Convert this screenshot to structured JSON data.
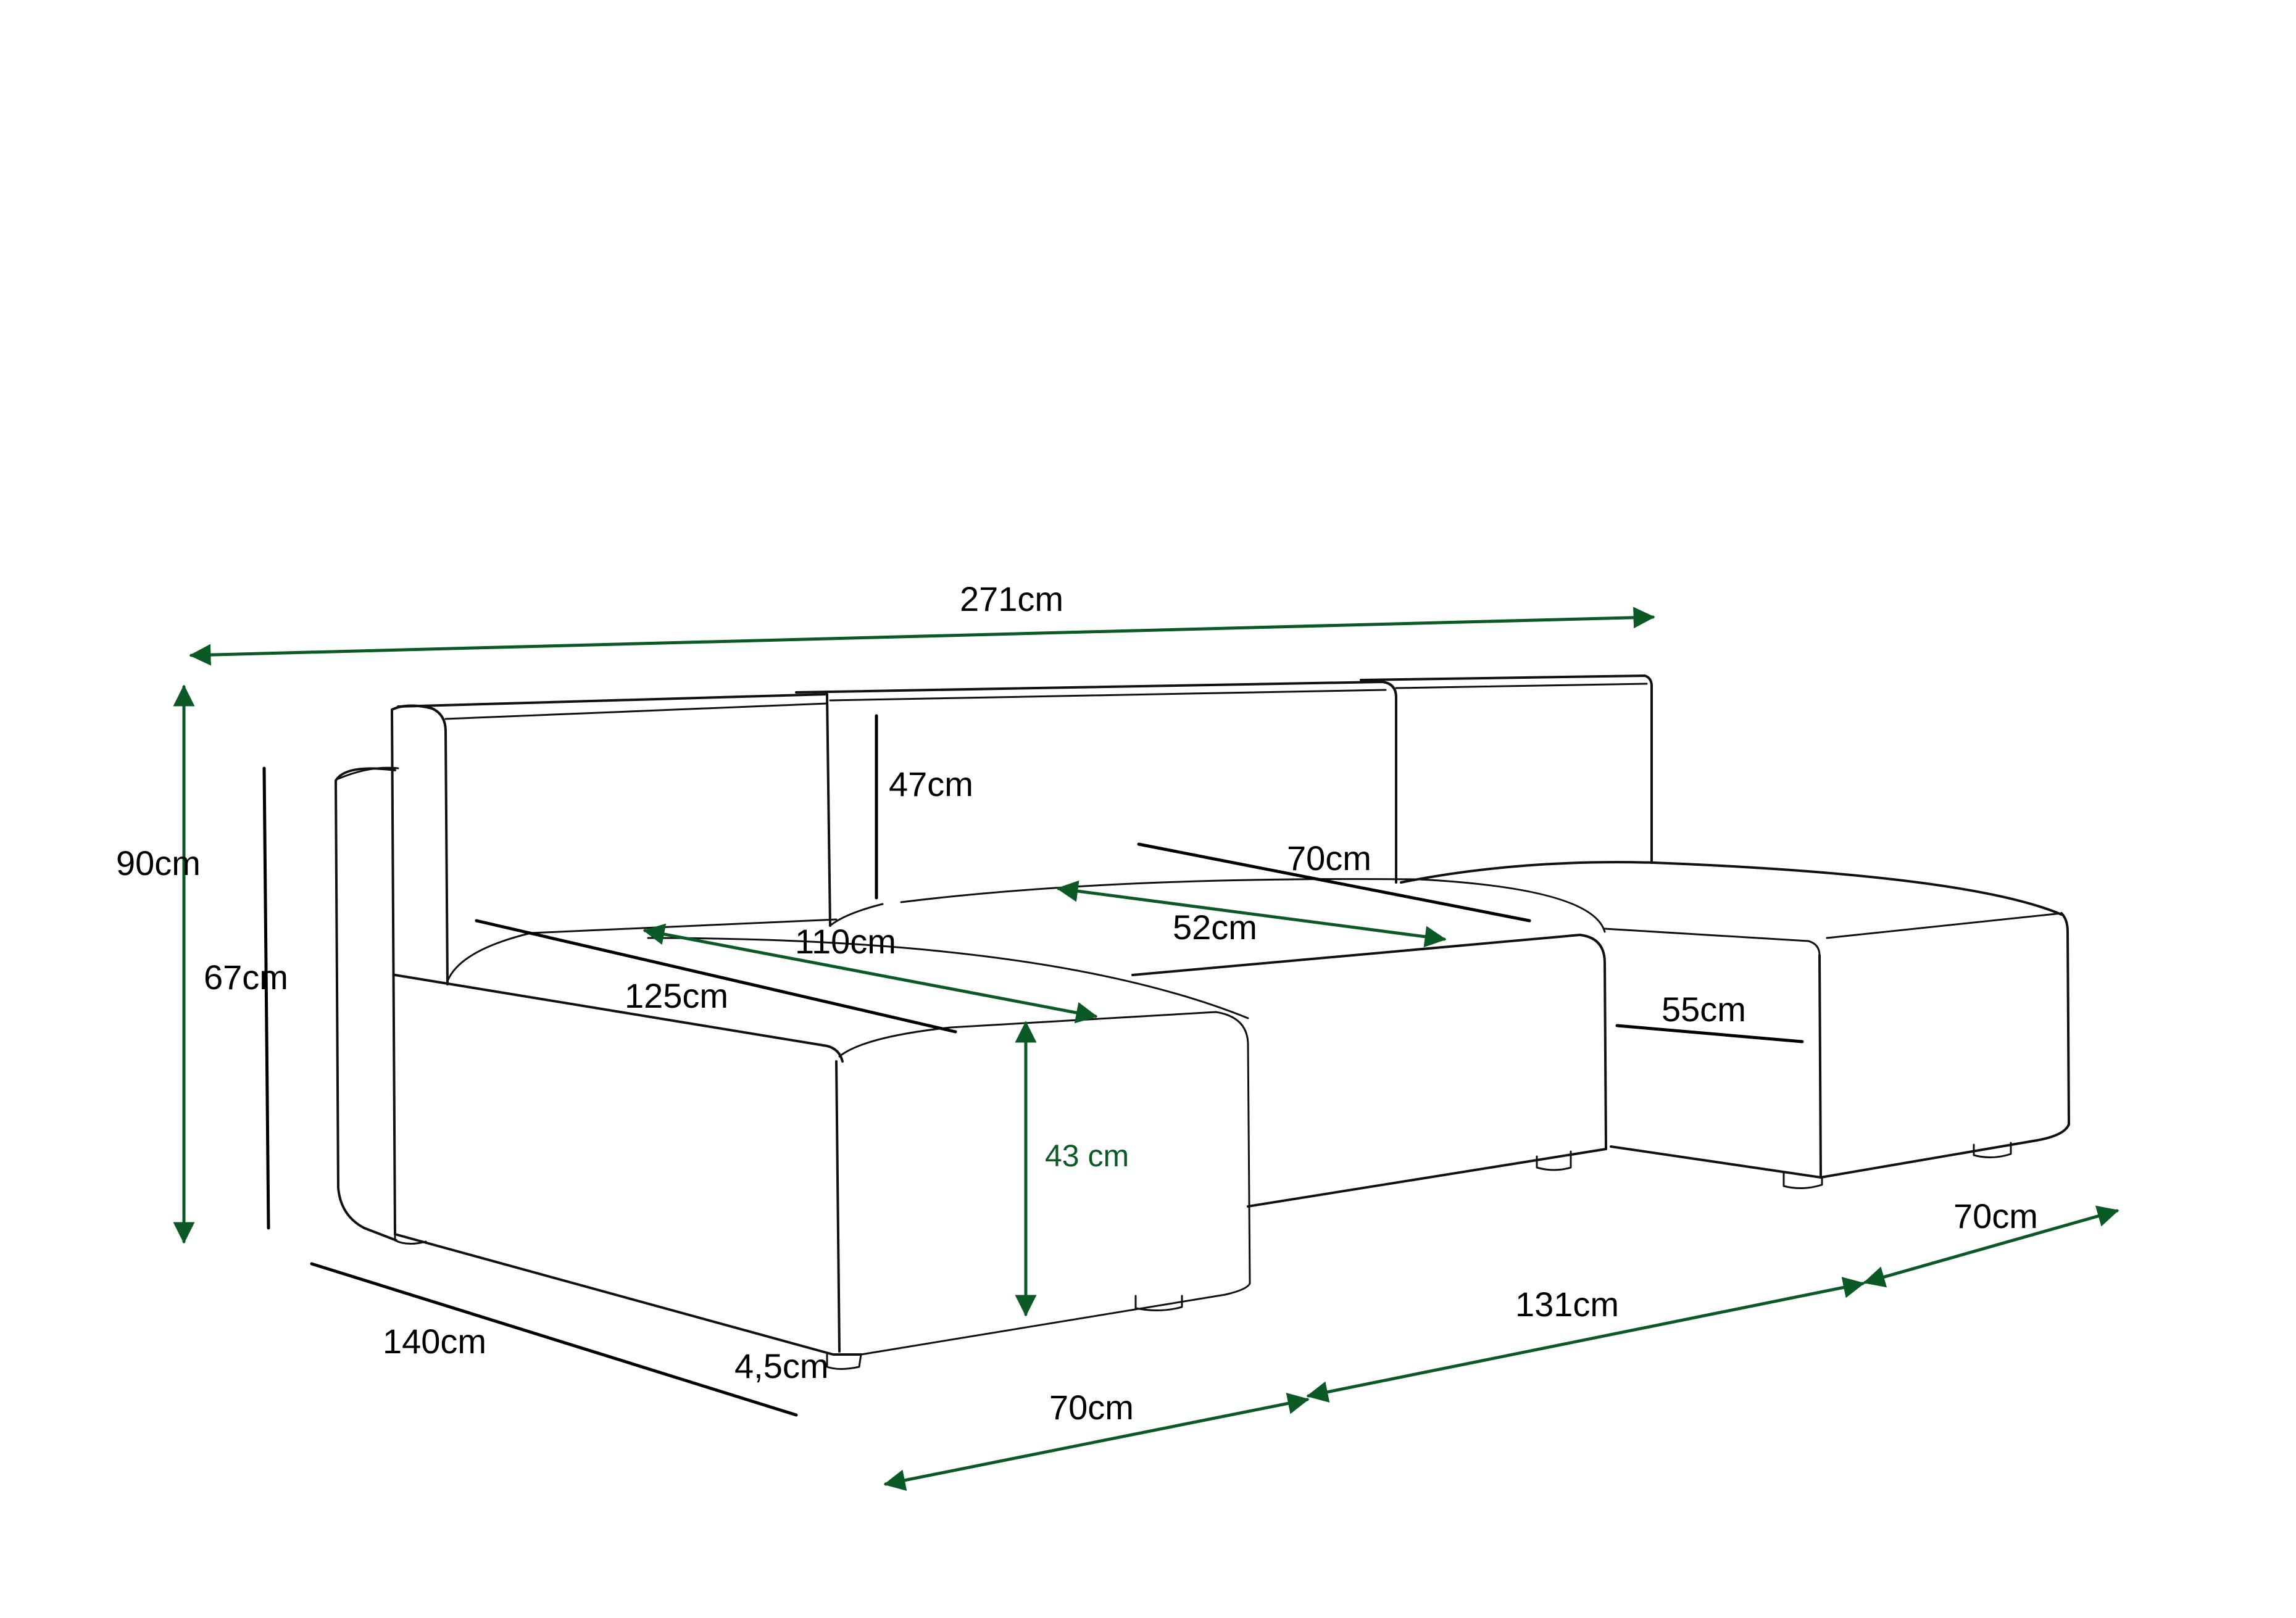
{
  "dimensions": {
    "total_width": "271cm",
    "total_height": "90cm",
    "armrest_height": "67cm",
    "backrest_height": "47cm",
    "chaise_seat_depth": "70cm",
    "middle_seat_depth": "52cm",
    "left_seat_width": "110cm",
    "left_seat_depth": "125cm",
    "chaise_cushion_width": "55cm",
    "seat_height": "43 cm",
    "side_depth": "140cm",
    "leg_height": "4,5cm",
    "bottom_left_width": "70cm",
    "bottom_middle_width": "131cm",
    "bottom_right_width": "70cm"
  },
  "colors": {
    "outline": "#111111",
    "dimension_arrow": "#0b5a26",
    "label_text": "#000000",
    "seat_height_text": "#0b5a26"
  }
}
